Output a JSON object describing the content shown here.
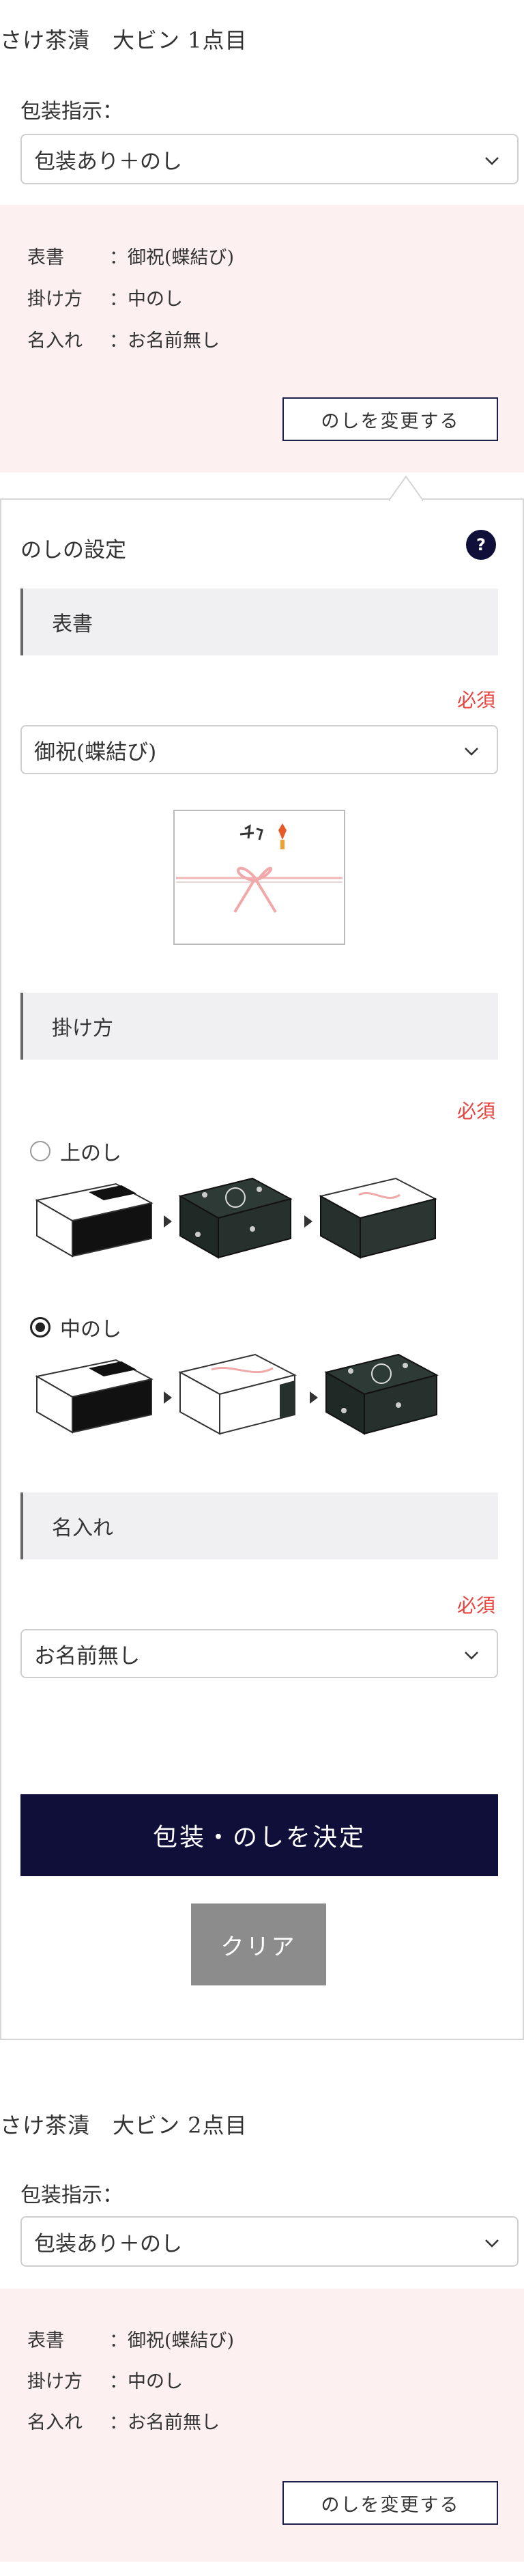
{
  "item1": {
    "title": "さけ茶漬　大ビン 1点目",
    "pack_label": "包装指示：",
    "pack_value": "包装あり＋のし",
    "summary": [
      {
        "key": "表書",
        "value": "：御祝(蝶結び)"
      },
      {
        "key": "掛け方",
        "value": "：中のし"
      },
      {
        "key": "名入れ",
        "value": "：お名前無し"
      }
    ],
    "change_button": "のしを変更する"
  },
  "noshi_settings": {
    "title": "のしの設定",
    "help": "?",
    "omote": {
      "heading": "表書",
      "required": "必須",
      "value": "御祝(蝶結び)"
    },
    "kakekata": {
      "heading": "掛け方",
      "required": "必須",
      "options": [
        {
          "label": "上のし",
          "selected": false
        },
        {
          "label": "中のし",
          "selected": true
        }
      ]
    },
    "naire": {
      "heading": "名入れ",
      "required": "必須",
      "value": "お名前無し"
    },
    "confirm_button": "包装・のしを決定",
    "clear_button": "クリア"
  },
  "item2": {
    "title": "さけ茶漬　大ビン 2点目",
    "pack_label": "包装指示：",
    "pack_value": "包装あり＋のし",
    "summary": [
      {
        "key": "表書",
        "value": "：御祝(蝶結び)"
      },
      {
        "key": "掛け方",
        "value": "：中のし"
      },
      {
        "key": "名入れ",
        "value": "：お名前無し"
      }
    ],
    "change_button": "のしを変更する"
  },
  "colors": {
    "navy": "#0f0f3a",
    "required_red": "#e8423c",
    "summary_bg": "#fcf0f0"
  }
}
